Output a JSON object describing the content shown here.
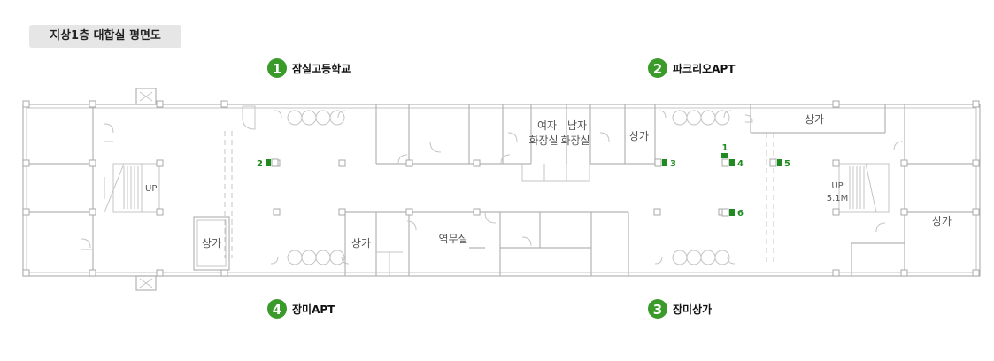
{
  "title": "지상1층 대합실 평면도",
  "exits": [
    {
      "num": "1",
      "label": "잠실고등학교"
    },
    {
      "num": "2",
      "label": "파크리오APT"
    },
    {
      "num": "3",
      "label": "장미상가"
    },
    {
      "num": "4",
      "label": "장미APT"
    }
  ],
  "rooms": {
    "shop_top_right": "상가",
    "shop_right": "상가",
    "shop_left": "상가",
    "shop_center": "상가",
    "shop_restroom": "상가",
    "women_line1": "여자",
    "women_line2": "화장실",
    "men_line1": "남자",
    "men_line2": "화장실",
    "station_office": "역무실",
    "up_left": "UP",
    "up_right": "UP",
    "up_right_height": "5.1M"
  },
  "markers": [
    "1",
    "2",
    "3",
    "4",
    "5",
    "6"
  ],
  "colors": {
    "accent": "#3a9a2a",
    "marker": "#1f8a1f",
    "wall": "#b3b3b3",
    "title_bg": "#e6e6e6"
  }
}
